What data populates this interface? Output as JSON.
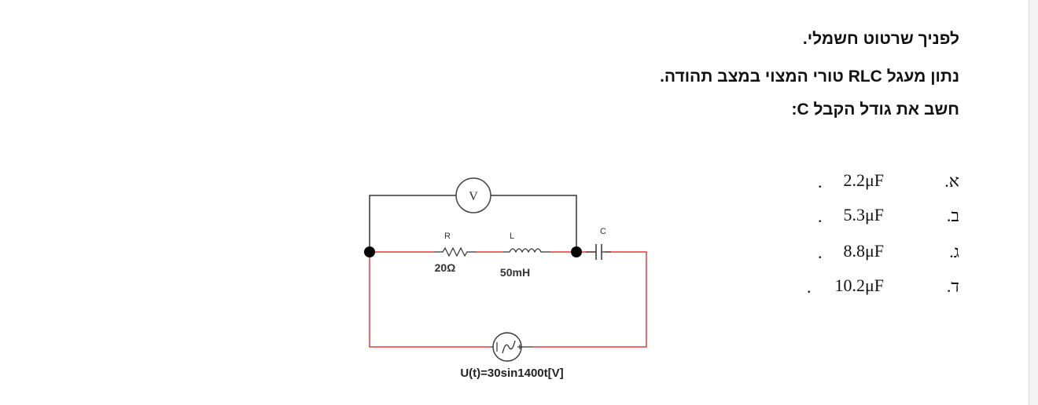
{
  "question": {
    "line1": "לפניך שרטוט חשמלי.",
    "line2": "נתון מעגל RLC טורי המצוי במצב תהודה.",
    "line3": "חשב את גודל הקבל C:"
  },
  "options": [
    {
      "letter": "א.",
      "value": "2.2μF",
      "dot": "."
    },
    {
      "letter": "ב.",
      "value": "5.3μF",
      "dot": "."
    },
    {
      "letter": "ג.",
      "value": "8.8μF",
      "dot": "."
    },
    {
      "letter": "ד.",
      "value": "10.2μF",
      "dot": "."
    }
  ],
  "circuit": {
    "voltmeter_label": "V",
    "resistor_label": "R",
    "resistor_value": "20Ω",
    "inductor_label": "L",
    "inductor_value": "50mH",
    "capacitor_label": "C",
    "source_label": "U(t)=30sin1400t[V]",
    "wire_color": "#e8383b",
    "meter_wire_color": "#333333"
  }
}
